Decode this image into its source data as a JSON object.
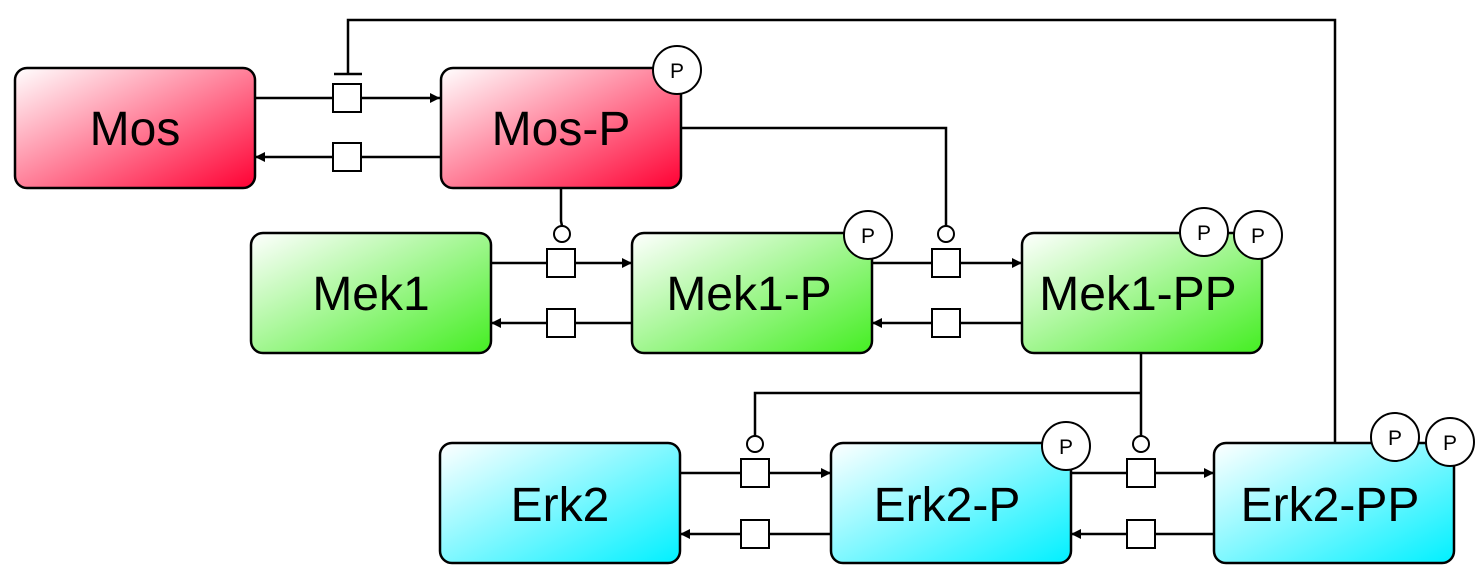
{
  "diagram": {
    "nodes": [
      {
        "id": "mos",
        "label": "Mos",
        "family": "mos",
        "p": []
      },
      {
        "id": "mosp",
        "label": "Mos-P",
        "family": "mos",
        "p": [
          "P"
        ]
      },
      {
        "id": "mek1",
        "label": "Mek1",
        "family": "mek",
        "p": []
      },
      {
        "id": "mek1p",
        "label": "Mek1-P",
        "family": "mek",
        "p": [
          "P"
        ]
      },
      {
        "id": "mek1pp",
        "label": "Mek1-PP",
        "family": "mek",
        "p": [
          "P",
          "P"
        ]
      },
      {
        "id": "erk2",
        "label": "Erk2",
        "family": "erk",
        "p": []
      },
      {
        "id": "erk2p",
        "label": "Erk2-P",
        "family": "erk",
        "p": [
          "P"
        ]
      },
      {
        "id": "erk2pp",
        "label": "Erk2-PP",
        "family": "erk",
        "p": [
          "P",
          "P"
        ]
      }
    ],
    "colors": {
      "mos": "#ff0033",
      "mek": "#44ee22",
      "erk": "#00f0ff"
    },
    "reactions": [
      {
        "from": "mos",
        "to": "mosp"
      },
      {
        "from": "mosp",
        "to": "mos"
      },
      {
        "from": "mek1",
        "to": "mek1p"
      },
      {
        "from": "mek1p",
        "to": "mek1"
      },
      {
        "from": "mek1p",
        "to": "mek1pp"
      },
      {
        "from": "mek1pp",
        "to": "mek1p"
      },
      {
        "from": "erk2",
        "to": "erk2p"
      },
      {
        "from": "erk2p",
        "to": "erk2"
      },
      {
        "from": "erk2p",
        "to": "erk2pp"
      },
      {
        "from": "erk2pp",
        "to": "erk2p"
      }
    ],
    "modulations": [
      {
        "source": "mosp",
        "target_reaction": "mek1->mek1p",
        "type": "catalysis"
      },
      {
        "source": "mosp",
        "target_reaction": "mek1p->mek1pp",
        "type": "catalysis"
      },
      {
        "source": "mek1pp",
        "target_reaction": "erk2->erk2p",
        "type": "catalysis"
      },
      {
        "source": "mek1pp",
        "target_reaction": "erk2p->erk2pp",
        "type": "catalysis"
      },
      {
        "source": "erk2pp",
        "target_reaction": "mos->mosp",
        "type": "stimulation"
      }
    ]
  }
}
